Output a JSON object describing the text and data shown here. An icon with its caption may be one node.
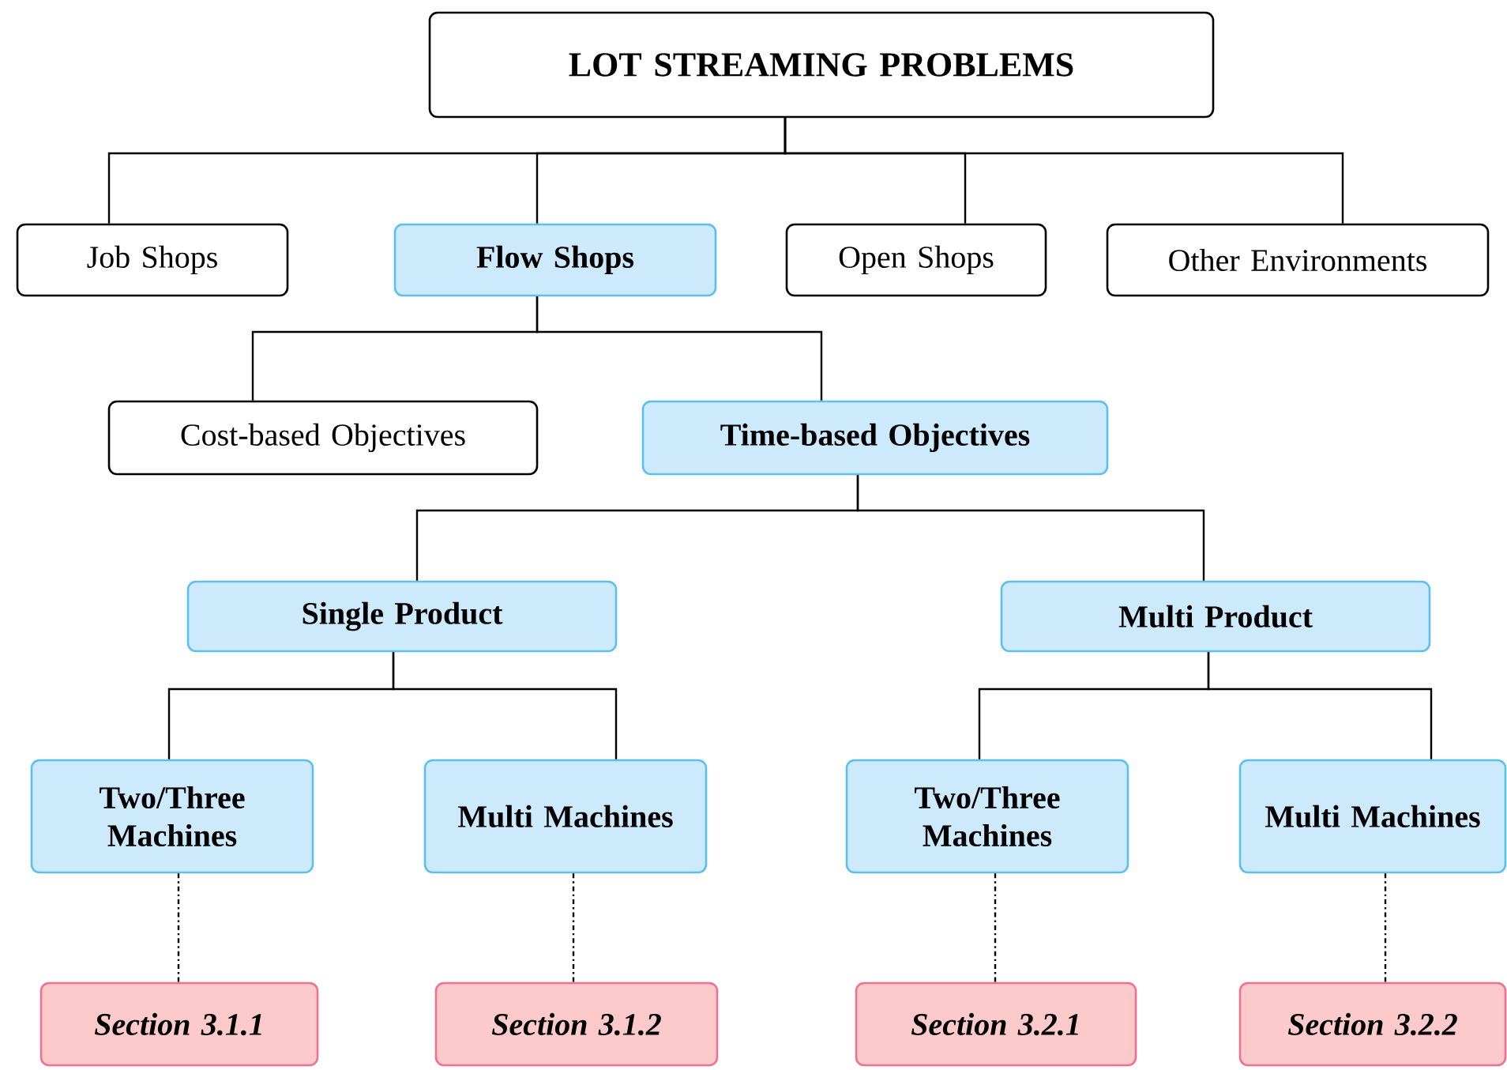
{
  "diagram": {
    "nodes": [
      {
        "text": [
          "LOT STREAMING PROBLEMS"
        ]
      },
      {
        "text": [
          "Job Shops"
        ]
      },
      {
        "text": [
          "Flow Shops"
        ]
      },
      {
        "text": [
          "Open Shops"
        ]
      },
      {
        "text": [
          "Other Environments"
        ]
      },
      {
        "text": [
          "Cost-based Objectives"
        ]
      },
      {
        "text": [
          "Time-based Objectives"
        ]
      },
      {
        "text": [
          "Single Product"
        ]
      },
      {
        "text": [
          "Multi Product"
        ]
      },
      {
        "text": [
          "Two/Three Machines"
        ]
      },
      {
        "text": [
          "Multi Machines"
        ]
      },
      {
        "text": [
          "Two/Three Machines"
        ]
      },
      {
        "text": [
          "Multi Machines"
        ]
      },
      {
        "text": [
          "Section 3.1.1"
        ]
      },
      {
        "text": [
          "Section 3.1.2"
        ]
      },
      {
        "text": [
          "Section 3.2.1"
        ]
      },
      {
        "text": [
          "Section 3.2.2"
        ]
      }
    ],
    "edges": [
      {
        "from": 0,
        "to": 1,
        "arrow": "none"
      },
      {
        "from": 0,
        "to": 2,
        "arrow": "none"
      },
      {
        "from": 0,
        "to": 3,
        "arrow": "none"
      },
      {
        "from": 0,
        "to": 4,
        "arrow": "none"
      },
      {
        "from": 2,
        "to": 5,
        "arrow": "none"
      },
      {
        "from": 2,
        "to": 6,
        "arrow": "none"
      },
      {
        "from": 6,
        "to": 7,
        "arrow": "none"
      },
      {
        "from": 6,
        "to": 8,
        "arrow": "none"
      },
      {
        "from": 7,
        "to": 9,
        "arrow": "none"
      },
      {
        "from": 7,
        "to": 10,
        "arrow": "none"
      },
      {
        "from": 8,
        "to": 11,
        "arrow": "none"
      },
      {
        "from": 8,
        "to": 12,
        "arrow": "none"
      },
      {
        "from": 9,
        "to": 13,
        "arrow": "none",
        "style": "dashed"
      },
      {
        "from": 10,
        "to": 14,
        "arrow": "none",
        "style": "dashed"
      },
      {
        "from": 11,
        "to": 15,
        "arrow": "none",
        "style": "dashed"
      },
      {
        "from": 12,
        "to": 16,
        "arrow": "none",
        "style": "dashed"
      }
    ]
  }
}
